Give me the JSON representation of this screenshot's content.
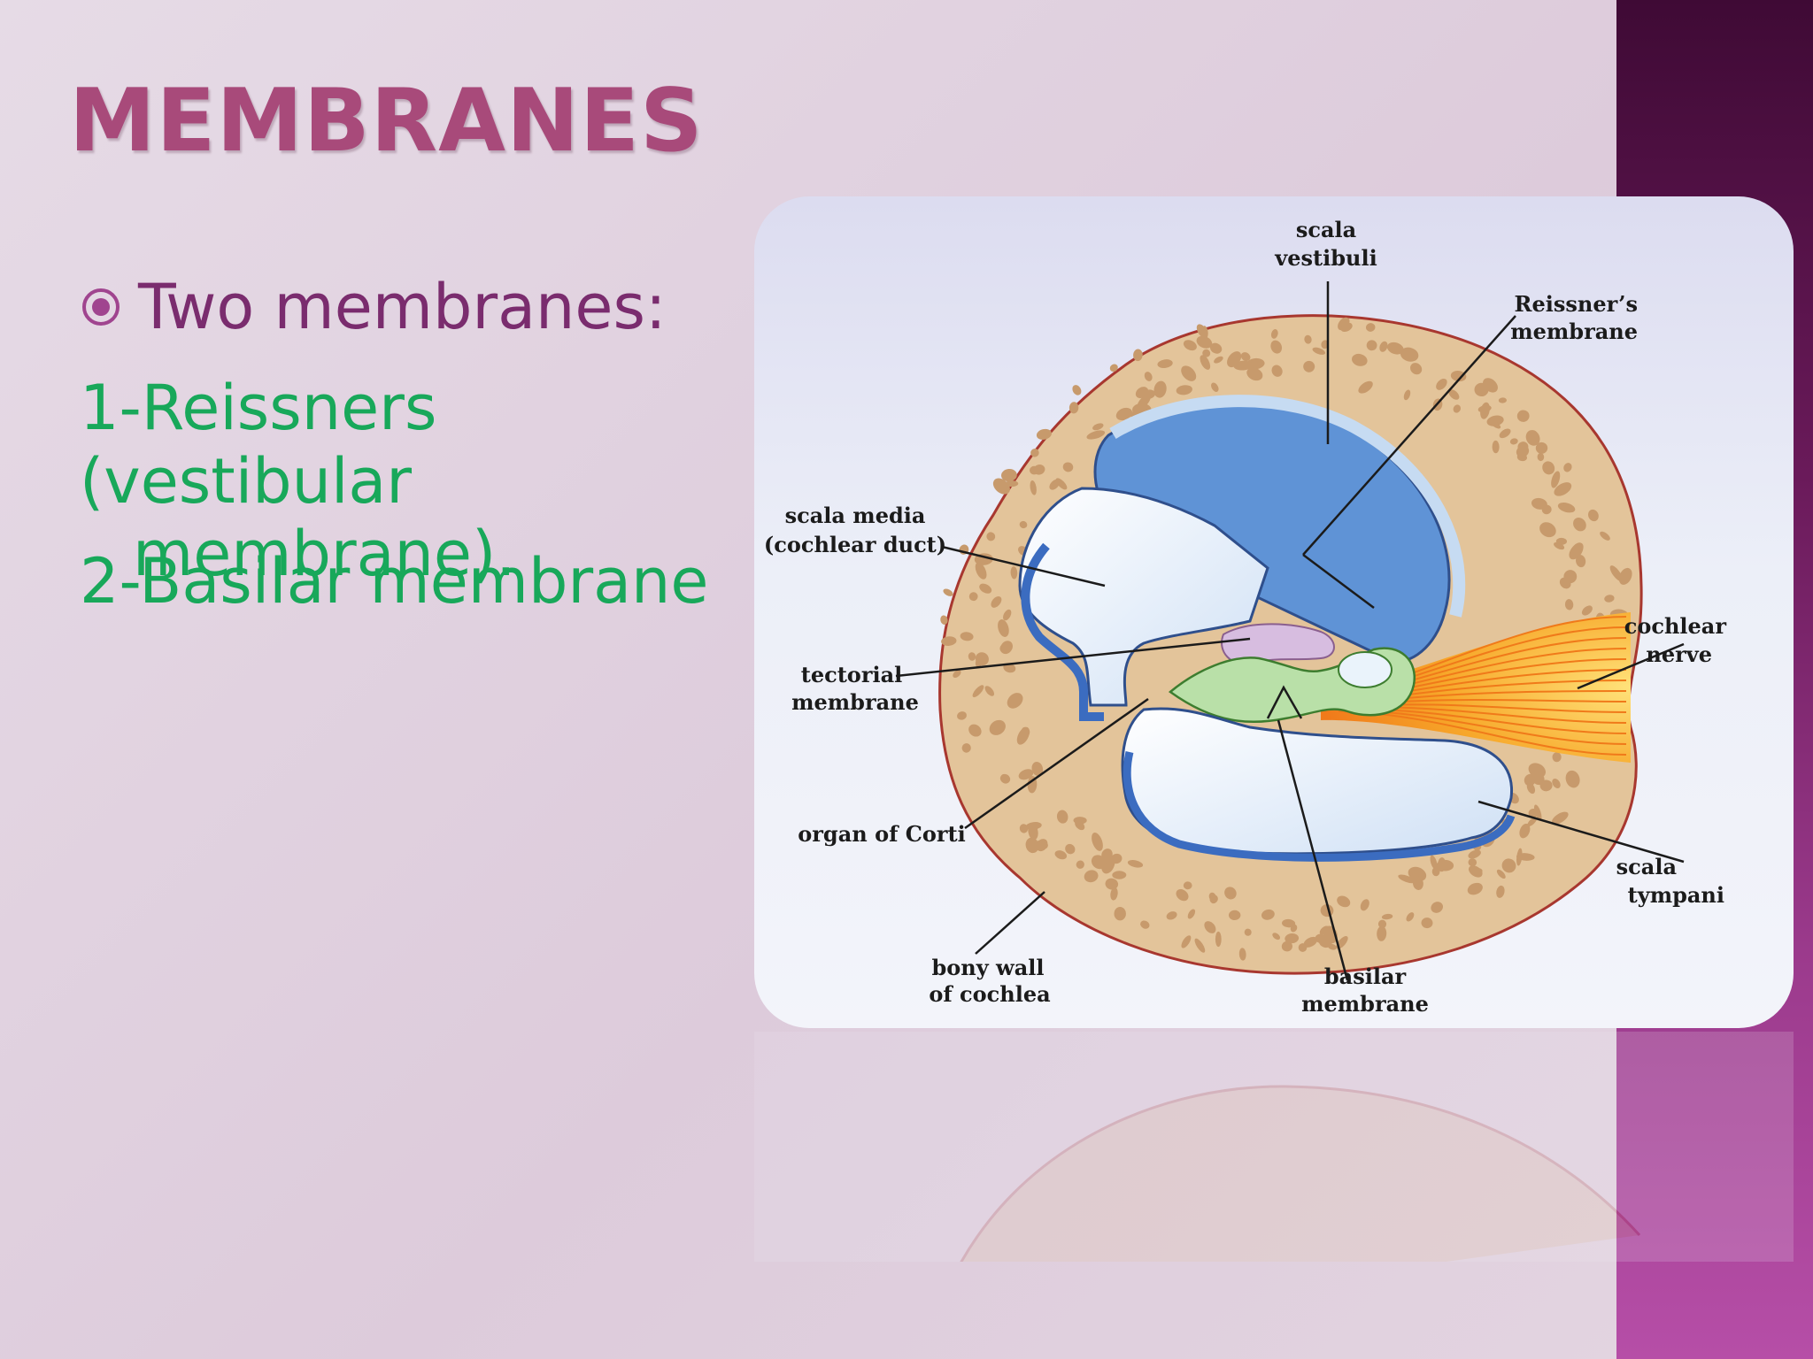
{
  "slide": {
    "title": "MEMBRANES",
    "bullet": "Two membranes:",
    "item1_line1": "1-Reissners (vestibular",
    "item1_line2": "membrane).",
    "item2": "2-Basilar membrane"
  },
  "diagram": {
    "labels": {
      "scala_vestibuli_1": "scala",
      "scala_vestibuli_2": "vestibuli",
      "reissners_1": "Reissner’s",
      "reissners_2": "membrane",
      "scala_media_1": "scala media",
      "scala_media_2": "(cochlear duct)",
      "cochlear_nerve_1": "cochlear",
      "cochlear_nerve_2": "nerve",
      "tectorial_1": "tectorial",
      "tectorial_2": "membrane",
      "organ_corti": "organ of Corti",
      "scala_tympani_1": "scala",
      "scala_tympani_2": "tympani",
      "bony_wall_1": "bony wall",
      "bony_wall_2": "of cochlea",
      "basilar_1": "basilar",
      "basilar_2": "membrane"
    }
  },
  "colors": {
    "title": "#a84a7a",
    "bullet_text": "#7a2c6e",
    "item_text": "#18a85a",
    "bone": "#e3c49a",
    "bone_spots": "#c79a6c",
    "scala_fill": "#5f93d6",
    "nerve": "#f5b62a"
  }
}
